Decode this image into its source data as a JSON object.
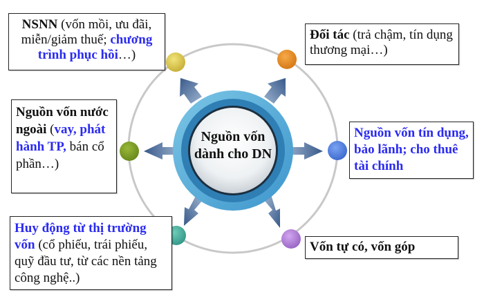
{
  "center": {
    "line1": "Nguồn vốn",
    "line2": "dành cho DN"
  },
  "colors": {
    "accent_blue_text": "#2b2bf0",
    "ring": "#c8c8c8",
    "hub_outer": "#5fb3d9",
    "hub_dark": "#2f7fb5",
    "arrow": "#3e5f8f"
  },
  "nodes": [
    {
      "name": "yellow",
      "color": "#e3d05a"
    },
    {
      "name": "orange",
      "color": "#ee9530"
    },
    {
      "name": "green",
      "color": "#7fa12a"
    },
    {
      "name": "blue",
      "color": "#5b86e0"
    },
    {
      "name": "teal",
      "color": "#4fb6a0"
    },
    {
      "name": "purple",
      "color": "#bb88dd"
    }
  ],
  "boxes": {
    "nsnn": {
      "bold": "NSNN",
      "normal1": " (vốn mồi, ưu đãi, miễn/giảm thuế; ",
      "blue": "chương trình phục hồi",
      "normal2": "…)"
    },
    "partner": {
      "bold": "Đối tác",
      "normal": " (trả chậm, tín dụng thương mại…)"
    },
    "foreign": {
      "bold": "Nguồn vốn nước ngoài",
      "normal1": " (",
      "blue": "vay, phát hành TP,",
      "normal2": " bán cổ phần…)"
    },
    "credit": {
      "blue": "Nguồn vốn tín dụng, bảo lãnh; cho thuê tài chính"
    },
    "market": {
      "blue": "Huy động từ thị trường vốn",
      "normal": " (cổ phiếu, trái phiếu, quỹ đầu tư, từ các nền tảng công nghệ..)"
    },
    "equity": {
      "bold": "Vốn tự có, vốn góp"
    }
  }
}
